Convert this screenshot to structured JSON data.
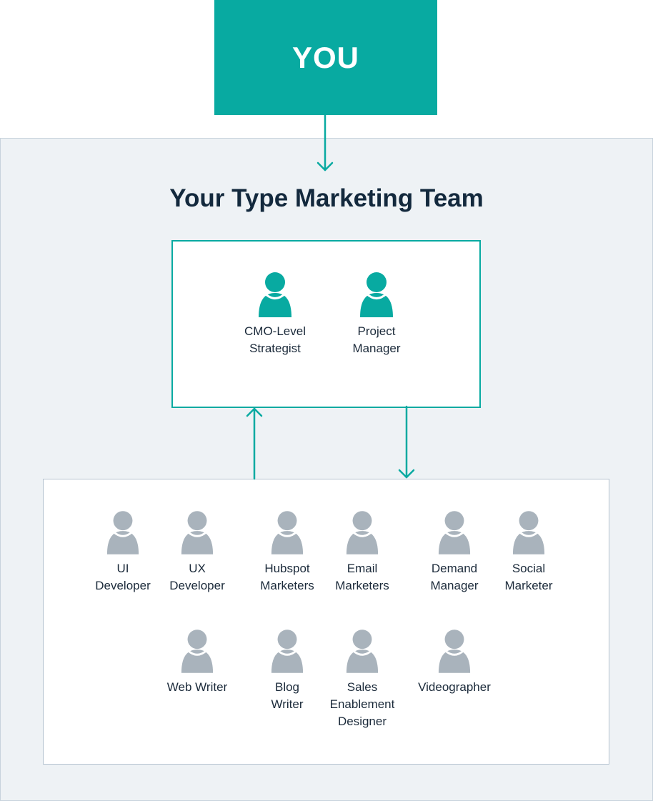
{
  "top_box": {
    "label": "YOU"
  },
  "team": {
    "title": "Your Type Marketing Team"
  },
  "leaders": [
    {
      "label": "CMO-Level\nStrategist"
    },
    {
      "label": "Project\nManager"
    }
  ],
  "members": [
    {
      "label": "UI\nDeveloper"
    },
    {
      "label": "UX\nDeveloper"
    },
    {
      "label": "Hubspot\nMarketers"
    },
    {
      "label": "Email\nMarketers"
    },
    {
      "label": "Demand\nManager"
    },
    {
      "label": "Social\nMarketer"
    },
    {
      "label": "Web Writer"
    },
    {
      "label": "Blog\nWriter"
    },
    {
      "label": "Sales\nEnablement\nDesigner"
    },
    {
      "label": "Videographer"
    }
  ],
  "colors": {
    "accent": "#08aaa1",
    "leader_icon": "#08aaa1",
    "member_icon": "#a9b3bc",
    "title_text": "#13293d",
    "panel_bg": "#eef2f5"
  }
}
